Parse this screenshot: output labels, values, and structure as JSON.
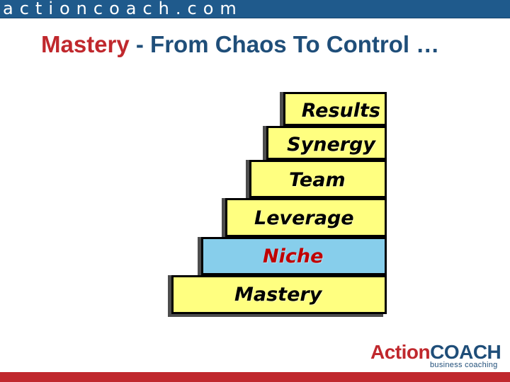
{
  "header": {
    "site": "actioncoach.com",
    "bar_color": "#1f5a8c"
  },
  "title": {
    "accent": "Mastery",
    "rest": " - From Chaos To Control …",
    "accent_color": "#c0282d",
    "rest_color": "#1f4e79"
  },
  "steps": [
    {
      "label": "Results",
      "highlight": false
    },
    {
      "label": "Synergy",
      "highlight": false
    },
    {
      "label": "Team",
      "highlight": false
    },
    {
      "label": "Leverage",
      "highlight": false
    },
    {
      "label": "Niche",
      "highlight": true
    },
    {
      "label": "Mastery",
      "highlight": false
    }
  ],
  "colors": {
    "step_fill": "#ffff80",
    "highlight_fill": "#87ceeb",
    "highlight_text": "#c00000",
    "footer_bar": "#c0282d"
  },
  "logo": {
    "part1": "Action",
    "part2": "COACH",
    "tagline": "business coaching"
  }
}
